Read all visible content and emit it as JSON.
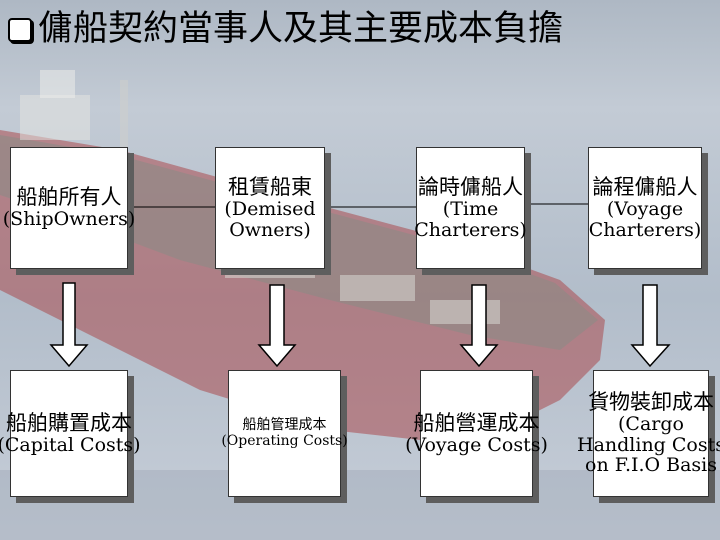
{
  "slide": {
    "title": "傭船契約當事人及其主要成本負擔",
    "parties": [
      {
        "zh": "船舶所有人",
        "en1": "(ShipOwners)",
        "en2": ""
      },
      {
        "zh": "租賃船東",
        "en1": "(Demised",
        "en2": "Owners)"
      },
      {
        "zh": "論時傭船人",
        "en1": "(Time",
        "en2": "Charterers)"
      },
      {
        "zh": "論程傭船人",
        "en1": "(Voyage",
        "en2": "Charterers)"
      }
    ],
    "costs": [
      {
        "zh": "船舶購置成本",
        "en1": "(Capital Costs)",
        "en2": "",
        "en3": ""
      },
      {
        "zh": "船舶管理成本",
        "en1": "(Operating Costs)",
        "en2": "",
        "en3": ""
      },
      {
        "zh": "船舶營運成本",
        "en1": "(Voyage Costs)",
        "en2": "",
        "en3": ""
      },
      {
        "zh": "貨物裝卸成本",
        "en1": "(Cargo",
        "en2": "Handling Costs",
        "en3": "on F.I.O Basis"
      }
    ]
  },
  "colors": {
    "background": "#b9c2cd",
    "hull_red": "#b03030",
    "deck": "#8a8a88",
    "box_shadow": "#5e5e5e"
  }
}
